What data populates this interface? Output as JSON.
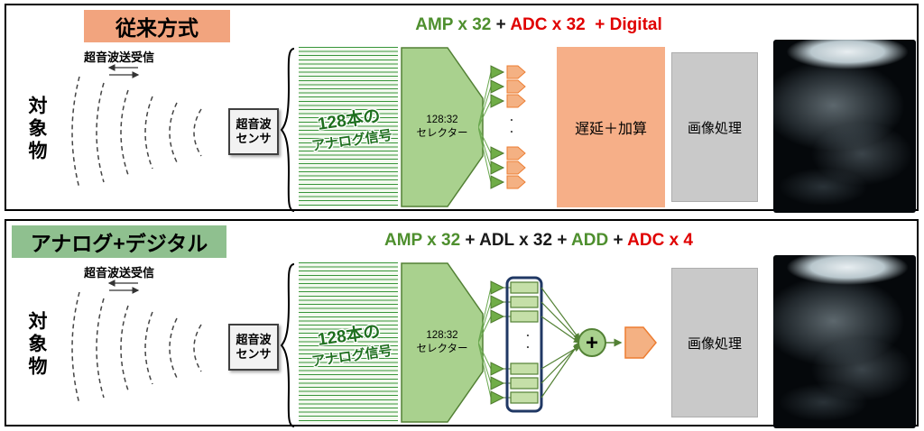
{
  "colors": {
    "panel1_badge_bg": "#F2A47E",
    "panel2_badge_bg": "#8FC08F",
    "formula_green": "#4E8F2E",
    "formula_red": "#E00000",
    "selector_fill": "#A9D18E",
    "selector_border": "#538135",
    "amp_fill": "#70AD47",
    "adc_fill": "#F4B183",
    "adc_border": "#ED7D31",
    "delay_box_fill": "#F6AF88",
    "image_box_fill": "#C9C9C9",
    "adl_group_border": "#203864"
  },
  "panels": [
    {
      "title": "従来方式",
      "formula": [
        {
          "text": "AMP x 32",
          "cls": "green"
        },
        {
          "text": " + ",
          "cls": "dark"
        },
        {
          "text": "ADC x 32",
          "cls": "red"
        },
        {
          "text": "  + Digital",
          "cls": "red"
        }
      ],
      "target_label": "対象物",
      "wave_label": "超音波送受信",
      "sensor_line1": "超音波",
      "sensor_line2": "センサ",
      "signal_line1": "128本の",
      "signal_line2": "アナログ信号",
      "selector_line1": "128:32",
      "selector_line2": "セレクター",
      "dots": "・・",
      "delay_label": "遅延＋加算",
      "image_label": "画像処理"
    },
    {
      "title": "アナログ+デジタル",
      "formula": [
        {
          "text": "AMP x 32",
          "cls": "green"
        },
        {
          "text": " + ",
          "cls": "dark"
        },
        {
          "text": "ADL x 32",
          "cls": "dark"
        },
        {
          "text": " + ",
          "cls": "dark"
        },
        {
          "text": "ADD",
          "cls": "green"
        },
        {
          "text": " + ",
          "cls": "dark"
        },
        {
          "text": "ADC x 4",
          "cls": "red"
        }
      ],
      "target_label": "対象物",
      "wave_label": "超音波送受信",
      "sensor_line1": "超音波",
      "sensor_line2": "センサ",
      "signal_line1": "128本の",
      "signal_line2": "アナログ信号",
      "selector_line1": "128:32",
      "selector_line2": "セレクター",
      "dots": "・・",
      "adder_label": "+",
      "image_label": "画像処理"
    }
  ]
}
